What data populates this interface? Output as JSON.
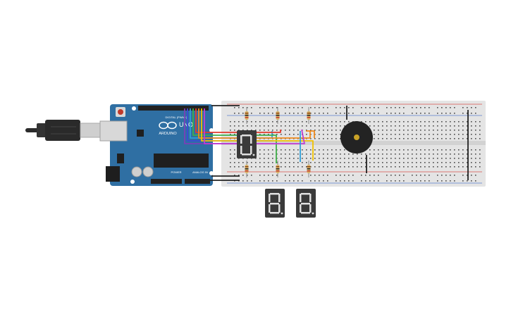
{
  "arduino": {
    "brand": "ARDUINO",
    "model": "UNO",
    "logo_icon": "infinity-logo-icon",
    "digital_label": "DIGITAL (PWM~)",
    "power_label": "POWER",
    "analog_label": "ANALOG IN",
    "colors": {
      "board": "#2f6fa3",
      "board_dark": "#235a87",
      "header": "#222222"
    }
  },
  "usb_cable": {
    "icon": "usb-plug-icon"
  },
  "breadboard": {
    "colors": {
      "body": "#e4e4e4",
      "hole": "#4a4a4a",
      "rail_red": "#d9534f",
      "rail_blue": "#5b7fd0"
    }
  },
  "components": {
    "resistor_count": 6,
    "seven_segment_displays": 3,
    "buzzer_icon": "piezo-buzzer-icon"
  },
  "wire_colors": [
    "#7b3fb8",
    "#3b4bd6",
    "#2ea0d8",
    "#3fae49",
    "#f2c200",
    "#f08a1c",
    "#e23a2e",
    "#c23bd4"
  ]
}
